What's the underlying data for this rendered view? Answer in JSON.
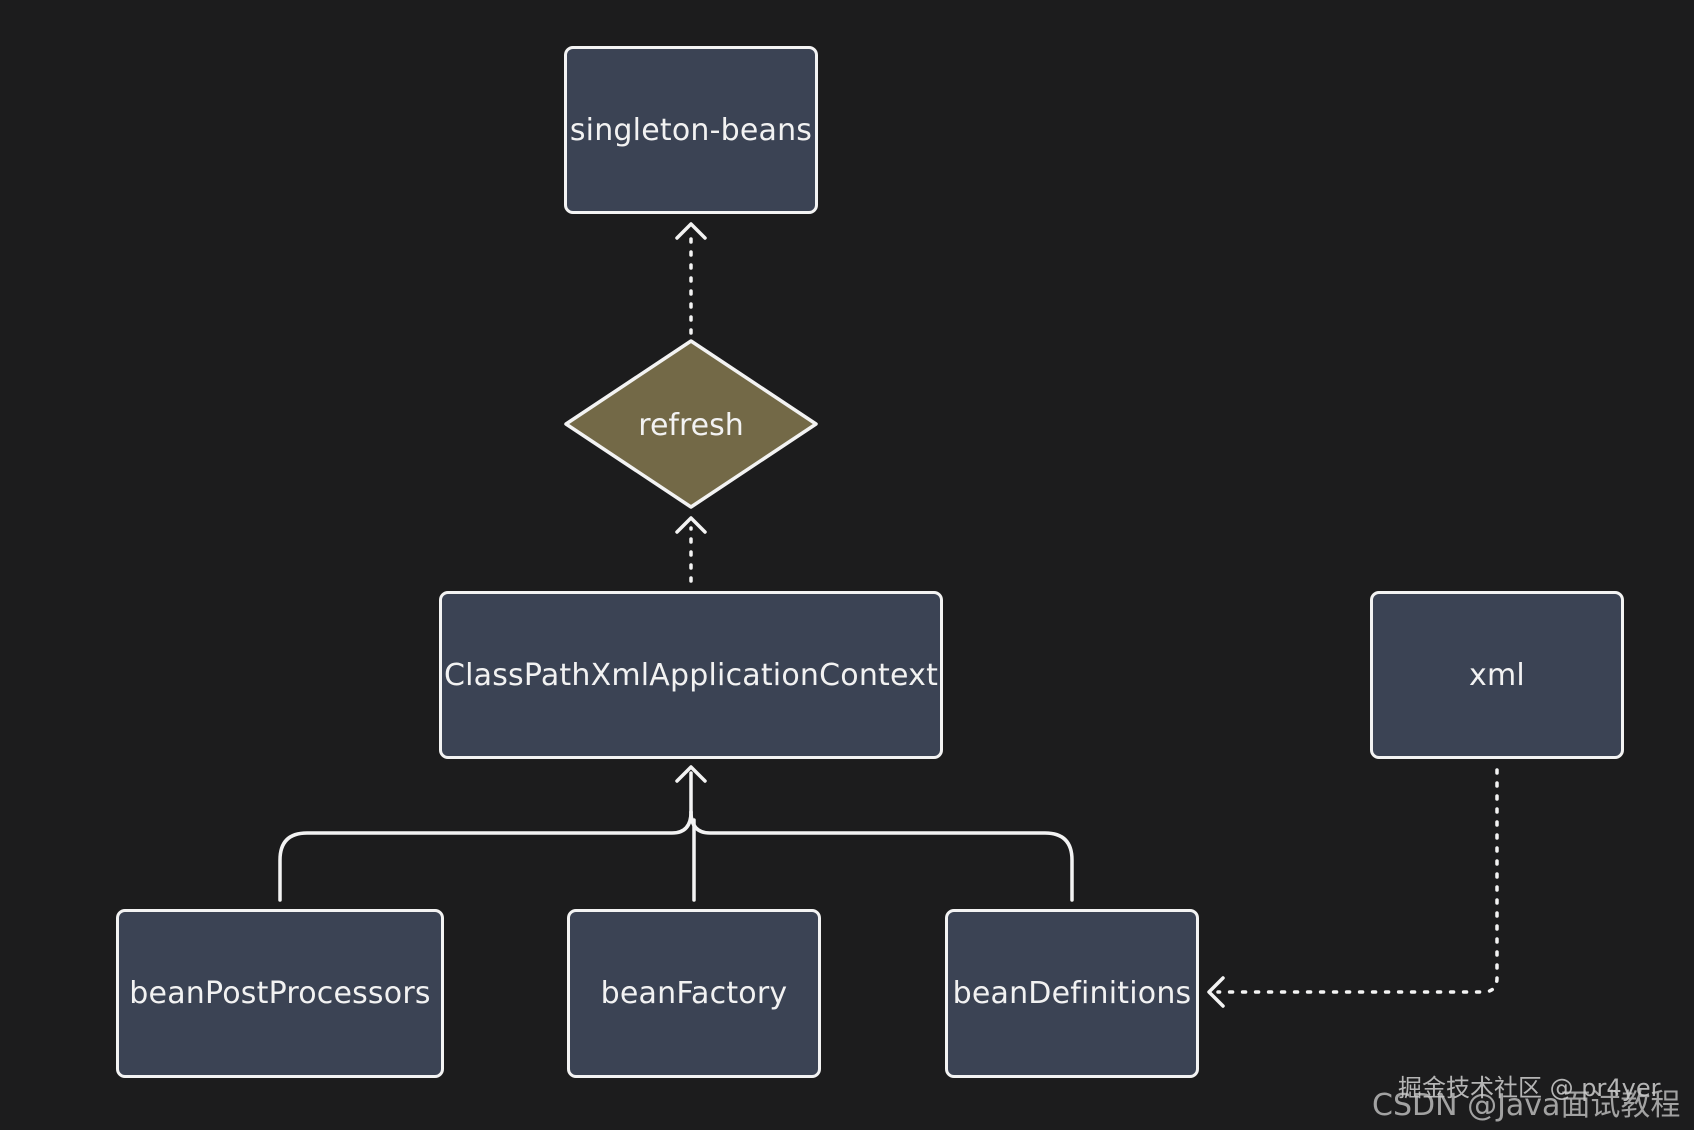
{
  "diagram": {
    "nodes": {
      "singleton_beans": "singleton-beans",
      "refresh": "refresh",
      "context": "ClassPathXmlApplicationContext",
      "xml": "xml",
      "bean_post_processors": "beanPostProcessors",
      "bean_factory": "beanFactory",
      "bean_definitions": "beanDefinitions"
    },
    "edges": [
      {
        "from": "refresh",
        "to": "singleton-beans",
        "style": "dotted"
      },
      {
        "from": "ClassPathXmlApplicationContext",
        "to": "refresh",
        "style": "dotted"
      },
      {
        "from": "beanPostProcessors",
        "to": "ClassPathXmlApplicationContext",
        "style": "solid"
      },
      {
        "from": "beanFactory",
        "to": "ClassPathXmlApplicationContext",
        "style": "solid"
      },
      {
        "from": "beanDefinitions",
        "to": "ClassPathXmlApplicationContext",
        "style": "solid"
      },
      {
        "from": "xml",
        "to": "beanDefinitions",
        "style": "dotted"
      }
    ]
  },
  "watermarks": {
    "juejin": "掘金技术社区 @ pr4yer",
    "csdn": "CSDN @Java面试教程"
  },
  "colors": {
    "background": "#1c1c1d",
    "box_fill": "#3b4354",
    "decision_fill": "#736947",
    "stroke": "#f3f3f3"
  }
}
